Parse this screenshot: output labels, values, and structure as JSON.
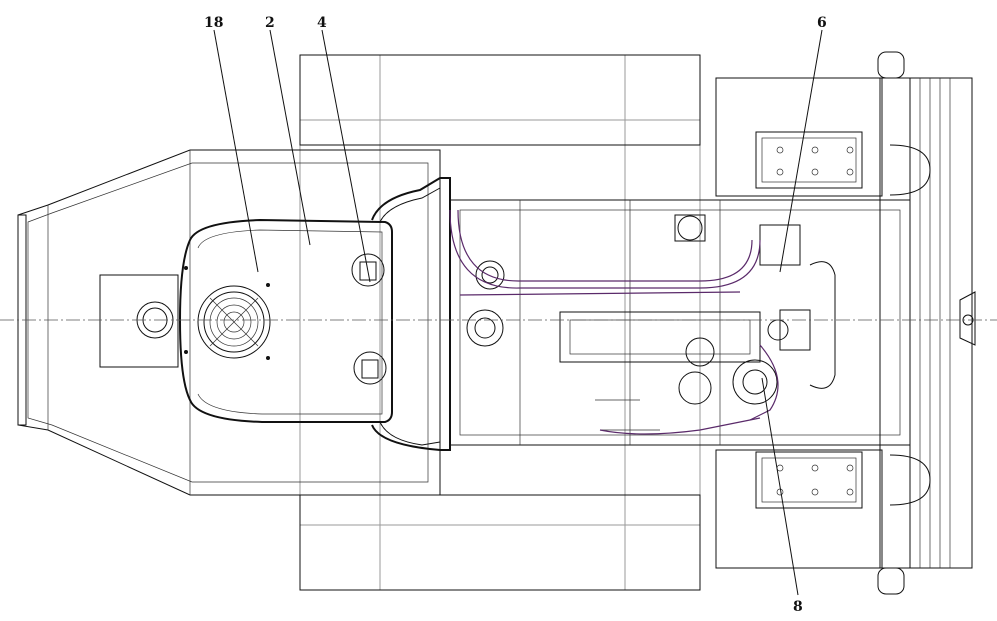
{
  "drawing": {
    "callouts": [
      {
        "id": "c18",
        "label": "18"
      },
      {
        "id": "c2",
        "label": "2"
      },
      {
        "id": "c4",
        "label": "4"
      },
      {
        "id": "c6",
        "label": "6"
      },
      {
        "id": "c8",
        "label": "8"
      }
    ],
    "colors": {
      "line": "#111111",
      "ghost": "#9a9a9a",
      "hose": "#5a2a6a",
      "background": "#ffffff"
    }
  }
}
